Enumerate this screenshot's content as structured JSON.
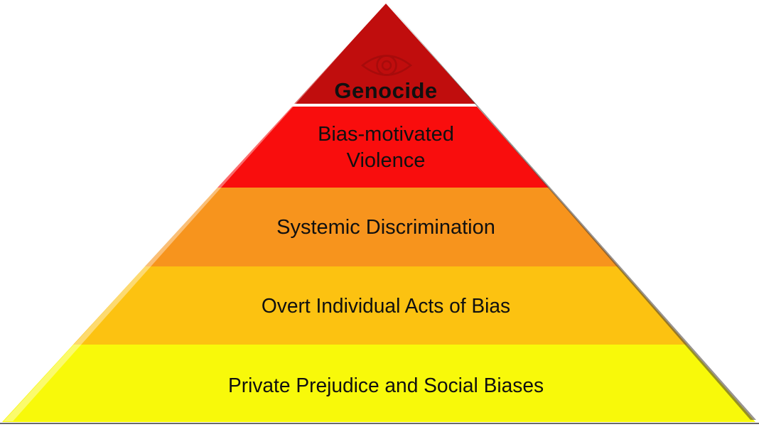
{
  "diagram": {
    "type": "pyramid",
    "levels": [
      {
        "rank": 1,
        "label": "Genocide",
        "color": "#C00D0D"
      },
      {
        "rank": 2,
        "label": "Bias-motivated Violence",
        "color": "#F90D0D"
      },
      {
        "rank": 3,
        "label": "Systemic Discrimination",
        "color": "#F7941D"
      },
      {
        "rank": 4,
        "label": "Overt Individual Acts of Bias",
        "color": "#FCC211"
      },
      {
        "rank": 5,
        "label": "Private Prejudice and Social Biases",
        "color": "#F8F90A"
      }
    ],
    "separator_color": "#FFFFFF",
    "baseline_color": "#6A6A6A",
    "eye_icon": {
      "name": "eye-watermark",
      "stroke_color": "#A30B0B"
    },
    "text_color": "#101010"
  }
}
